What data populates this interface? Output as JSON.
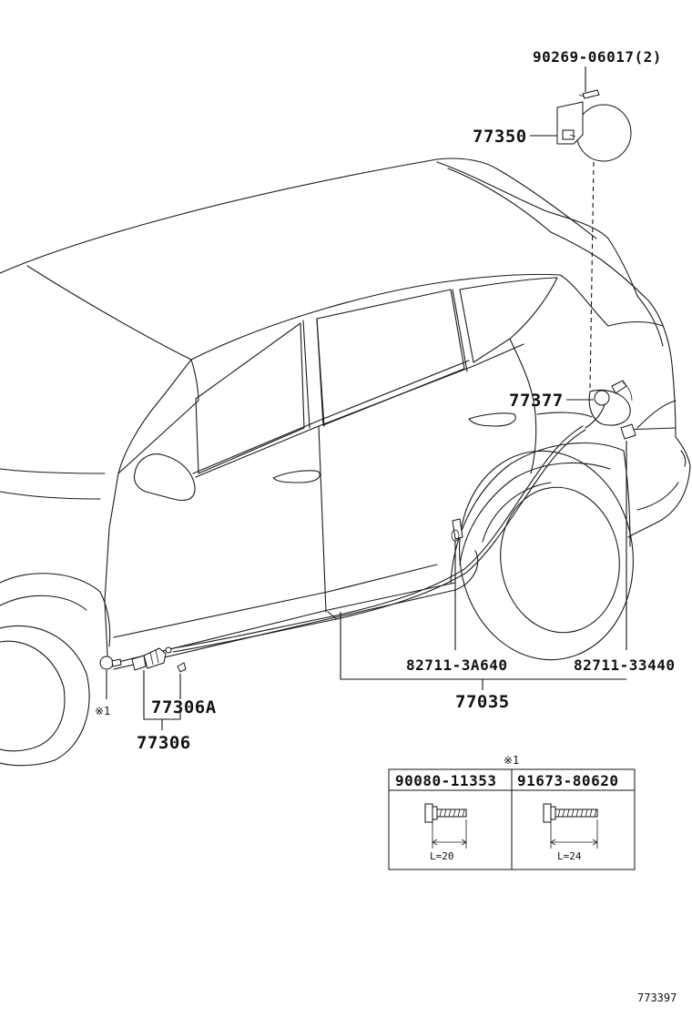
{
  "callouts": {
    "fuel_lid_screw": "90269-06017(2)",
    "fuel_lid": "77350",
    "fuel_hinge": "77377",
    "side_clip": "82711-3A640",
    "rear_clip": "82711-33440",
    "lock_cable_assy": "77035",
    "opener_sub": "77306A",
    "opener_assy": "77306",
    "note_marker_body": "※1"
  },
  "fastener_table": {
    "note_marker": "※1",
    "columns": [
      {
        "part_no": "90080-11353",
        "length_label": "L=20"
      },
      {
        "part_no": "91673-80620",
        "length_label": "L=24"
      }
    ]
  },
  "diagram_id": "773397"
}
